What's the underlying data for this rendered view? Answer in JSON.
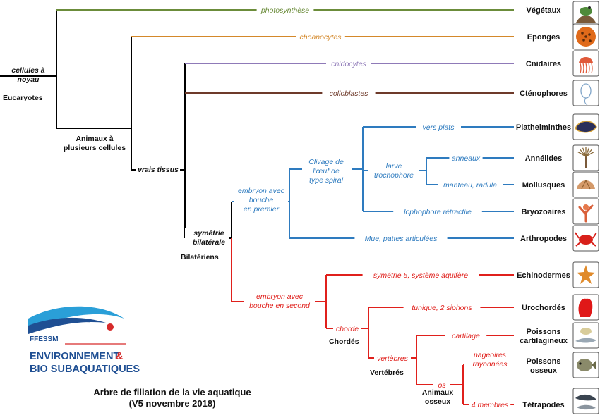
{
  "colors": {
    "plant": "#6b8c3a",
    "sponge": "#d4882a",
    "cnid": "#8f7ab8",
    "cteno": "#6e3a2a",
    "blue": "#2e7bbf",
    "red": "#e0201c",
    "black": "#000000",
    "logo_blue": "#1f4f93",
    "logo_wave": "#2a9fd8",
    "logo_red": "#d62b2b"
  },
  "root": {
    "trait": "cellules à noyau",
    "group": "Eucaryotes"
  },
  "animals_node": "Animaux à plusieurs cellules",
  "tissue_node": "vrais tissus",
  "bilat_node": "symétrie bilatérale",
  "bilat_group": "Bilatériens",
  "proto_node": "embryon avec bouche en premier",
  "deutero_node": "embryon avec bouche en second",
  "spiral_node": "Clivage de l'œuf de type spiral",
  "trocho_node": "larve trochophore",
  "chordate_node": "chorde",
  "chordate_group": "Chordés",
  "vert_node": "vertèbres",
  "vert_group": "Vertébrés",
  "bone_node": "os",
  "bone_group": "Animaux osseux",
  "taxa": [
    {
      "name": "Végétaux",
      "trait": "photosynthèse",
      "icon": "frog-on-plant-icon"
    },
    {
      "name": "Eponges",
      "trait": "choanocytes",
      "icon": "sponge-icon"
    },
    {
      "name": "Cnidaires",
      "trait": "cnidocytes",
      "icon": "jellyfish-icon"
    },
    {
      "name": "Cténophores",
      "trait": "colloblastes",
      "icon": "comb-jelly-icon"
    },
    {
      "name": "Plathelminthes",
      "trait": "vers plats",
      "icon": "flatworm-icon"
    },
    {
      "name": "Annélides",
      "trait": "anneaux",
      "icon": "tubeworm-icon"
    },
    {
      "name": "Mollusques",
      "trait": "manteau, radula",
      "icon": "shell-icon"
    },
    {
      "name": "Bryozoaires",
      "trait": "lophophore rétractile",
      "icon": "bryozoan-icon"
    },
    {
      "name": "Arthropodes",
      "trait": "Mue, pattes articulées",
      "icon": "crab-icon"
    },
    {
      "name": "Echinodermes",
      "trait": "symétrie 5, système aquifère",
      "icon": "starfish-icon"
    },
    {
      "name": "Urochordés",
      "trait": "tunique, 2 siphons",
      "icon": "tunicate-icon"
    },
    {
      "name": "Poissons cartilagineux",
      "trait": "cartilage",
      "icon": "shark-icon"
    },
    {
      "name": "Poissons osseux",
      "trait": "nageoires rayonnées",
      "icon": "bony-fish-icon"
    },
    {
      "name": "Tétrapodes",
      "trait": "4 membres",
      "icon": "dolphin-icon"
    }
  ],
  "title": {
    "line1": "Arbre de filiation de la vie aquatique",
    "line2": "(V5 novembre 2018)"
  },
  "logo": {
    "acronym": "FFESSM",
    "line1": "ENVIRONNEMENT",
    "amp": "&",
    "line2": "BIO SUBAQUATIQUES"
  }
}
